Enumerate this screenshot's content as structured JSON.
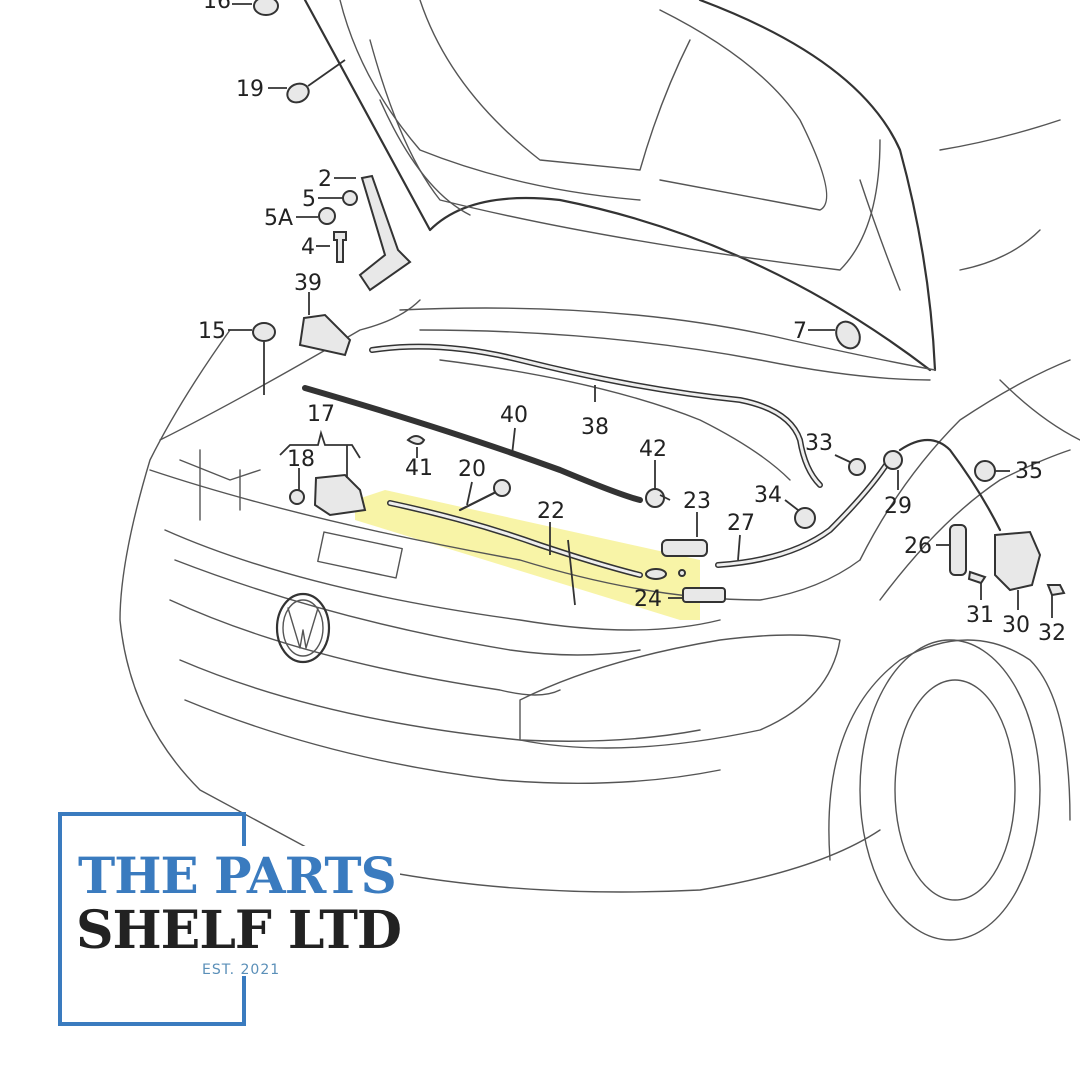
{
  "diagram": {
    "title": "Bonnet release cable assembly exploded view",
    "highlight_color": "#f6f08a",
    "line_color": "#555555",
    "callouts": [
      {
        "id": "c16",
        "label": "16"
      },
      {
        "id": "c19",
        "label": "19"
      },
      {
        "id": "c2",
        "label": "2"
      },
      {
        "id": "c5",
        "label": "5"
      },
      {
        "id": "c5a",
        "label": "5A"
      },
      {
        "id": "c4",
        "label": "4"
      },
      {
        "id": "c39",
        "label": "39"
      },
      {
        "id": "c15",
        "label": "15"
      },
      {
        "id": "c7",
        "label": "7"
      },
      {
        "id": "c17",
        "label": "17"
      },
      {
        "id": "c18",
        "label": "18"
      },
      {
        "id": "c40",
        "label": "40"
      },
      {
        "id": "c38",
        "label": "38"
      },
      {
        "id": "c41",
        "label": "41"
      },
      {
        "id": "c20",
        "label": "20"
      },
      {
        "id": "c42",
        "label": "42"
      },
      {
        "id": "c22",
        "label": "22"
      },
      {
        "id": "c23",
        "label": "23"
      },
      {
        "id": "c24",
        "label": "24"
      },
      {
        "id": "c27",
        "label": "27"
      },
      {
        "id": "c33",
        "label": "33"
      },
      {
        "id": "c34",
        "label": "34"
      },
      {
        "id": "c29",
        "label": "29"
      },
      {
        "id": "c35",
        "label": "35"
      },
      {
        "id": "c26",
        "label": "26"
      },
      {
        "id": "c31",
        "label": "31"
      },
      {
        "id": "c30",
        "label": "30"
      },
      {
        "id": "c32",
        "label": "32"
      }
    ],
    "highlighted_part": "22"
  },
  "logo": {
    "line1": "THE PARTS",
    "line2": "SHELF LTD",
    "est": "EST. 2021",
    "primary_color": "#3a7bbf",
    "secondary_color": "#222222"
  }
}
